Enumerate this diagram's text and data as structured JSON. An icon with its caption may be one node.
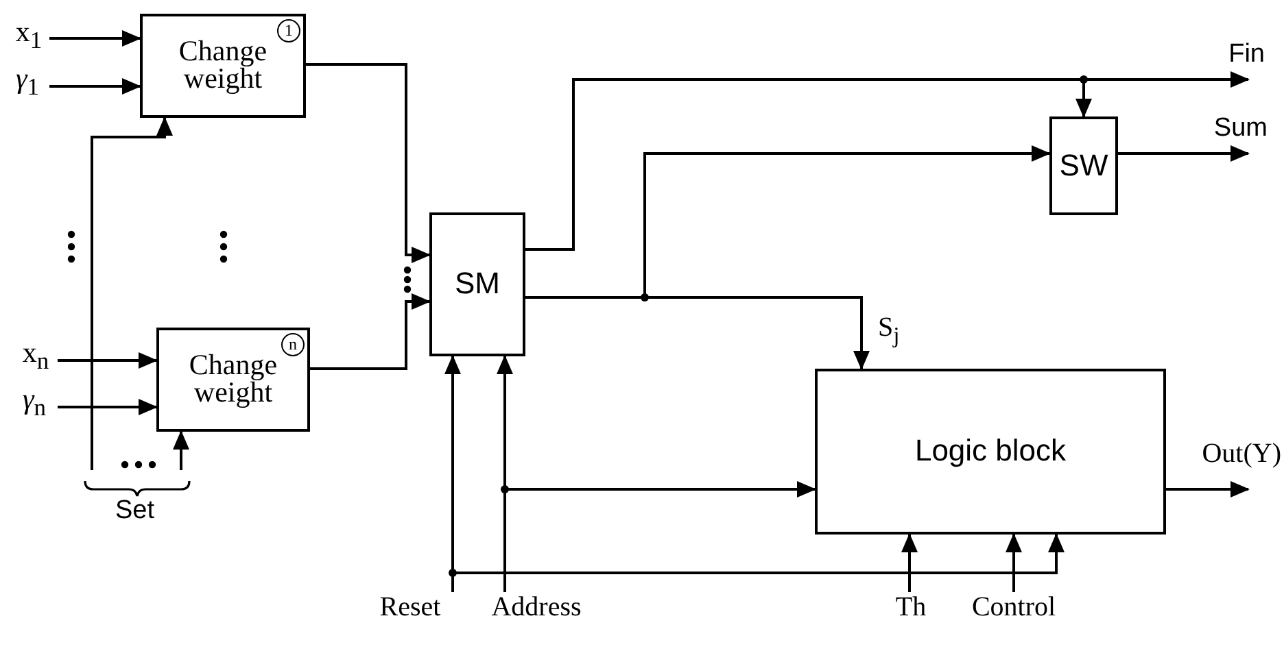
{
  "diagram": {
    "nodes": [
      {
        "text": [
          "Change weight",
          "1"
        ]
      },
      {
        "text": [
          "Change weight",
          "n"
        ]
      },
      {
        "text": [
          "SM"
        ]
      },
      {
        "text": [
          "SW"
        ]
      },
      {
        "text": [
          "Logic block"
        ]
      },
      {
        "text": [
          "x$_{1}$"
        ]
      },
      {
        "text": [
          "*γ*$_{1}$"
        ]
      },
      {
        "text": [
          "x$_{n}$"
        ]
      },
      {
        "text": [
          "*γ*$_{n}$"
        ]
      },
      {
        "text": [
          "Set"
        ]
      },
      {
        "text": [
          "Reset"
        ]
      },
      {
        "text": [
          "Address"
        ]
      },
      {
        "text": [
          "Th"
        ]
      },
      {
        "text": [
          "Control"
        ]
      },
      {
        "text": [
          "Fin"
        ]
      },
      {
        "text": [
          "Sum"
        ]
      },
      {
        "text": [
          "Out(Y)"
        ]
      }
    ],
    "edges": [
      {
        "from": 5,
        "to": 0,
        "arrow": "to"
      },
      {
        "from": 6,
        "to": 0,
        "arrow": "to"
      },
      {
        "from": 7,
        "to": 1,
        "arrow": "to"
      },
      {
        "from": 8,
        "to": 1,
        "arrow": "to"
      },
      {
        "from": 9,
        "to": 0,
        "arrow": "to"
      },
      {
        "from": 9,
        "to": 1,
        "arrow": "to"
      },
      {
        "from": 0,
        "to": 2,
        "arrow": "to"
      },
      {
        "from": 1,
        "to": 2,
        "arrow": "to"
      },
      {
        "from": 2,
        "to": 14,
        "arrow": "to"
      },
      {
        "from": 2,
        "to": 3,
        "arrow": "to"
      },
      {
        "from": 2,
        "to": 3,
        "arrow": "to"
      },
      {
        "from": 2,
        "to": 4,
        "arrow": "to",
        "label": "S$_{j}$"
      },
      {
        "from": 3,
        "to": 15,
        "arrow": "to"
      },
      {
        "from": 4,
        "to": 16,
        "arrow": "to"
      },
      {
        "from": 10,
        "to": 2,
        "arrow": "to"
      },
      {
        "from": 11,
        "to": 2,
        "arrow": "to"
      },
      {
        "from": 11,
        "to": 4,
        "arrow": "to"
      },
      {
        "from": 10,
        "to": 4,
        "arrow": "to"
      },
      {
        "from": 12,
        "to": 4,
        "arrow": "to"
      },
      {
        "from": 13,
        "to": 4,
        "arrow": "to"
      }
    ]
  }
}
